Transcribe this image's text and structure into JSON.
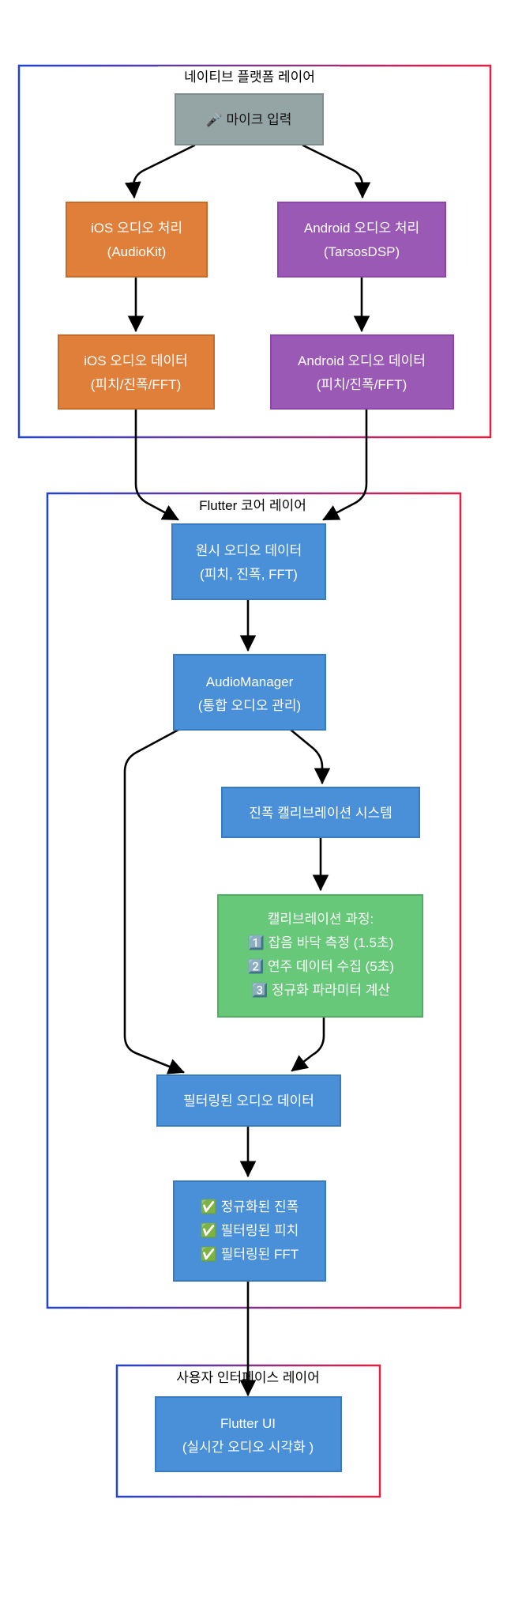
{
  "groups": {
    "native": {
      "title": "네이티브 플랫폼 레이어"
    },
    "core": {
      "title": "Flutter 코어 레이어"
    },
    "ui": {
      "title": "사용자 인터페이스 레이어"
    }
  },
  "nodes": {
    "mic": {
      "line1": "🎤 마이크 입력"
    },
    "ios_proc": {
      "line1": "iOS 오디오 처리",
      "line2": "(AudioKit)"
    },
    "android_proc": {
      "line1": "Android 오디오 처리",
      "line2": "(TarsosDSP)"
    },
    "ios_data": {
      "line1": "iOS 오디오 데이터",
      "line2": "(피치/진폭/FFT)"
    },
    "android_data": {
      "line1": "Android 오디오 데이터",
      "line2": "(피치/진폭/FFT)"
    },
    "raw": {
      "line1": "원시 오디오 데이터",
      "line2": "(피치, 진폭, FFT)"
    },
    "manager": {
      "line1": "AudioManager",
      "line2": "(통합 오디오 관리)"
    },
    "calib_system": {
      "line1": "진폭 캘리브레이션 시스템"
    },
    "calib_process": {
      "line1": "캘리브레이션 과정:",
      "line2": "1️⃣ 잡음 바닥 측정 (1.5초)",
      "line3": "2️⃣ 연주 데이터 수집 (5초)",
      "line4": "3️⃣ 정규화 파라미터 계산"
    },
    "filtered": {
      "line1": "필터링된 오디오 데이터"
    },
    "results": {
      "line1": "✅ 정규화된 진폭",
      "line2": "✅ 필터링된 피치",
      "line3": "✅ 필터링된 FFT"
    },
    "flutter_ui": {
      "line1": "Flutter UI",
      "line2": "(실시간 오디오 시각화 )"
    }
  },
  "colors": {
    "gray": "#95a5a6",
    "orange": "#e07f3a",
    "purple": "#9b59b6",
    "blue": "#4a90d9",
    "green": "#66c878",
    "frame_blue": "#2244cc",
    "frame_red": "#dd2244"
  }
}
